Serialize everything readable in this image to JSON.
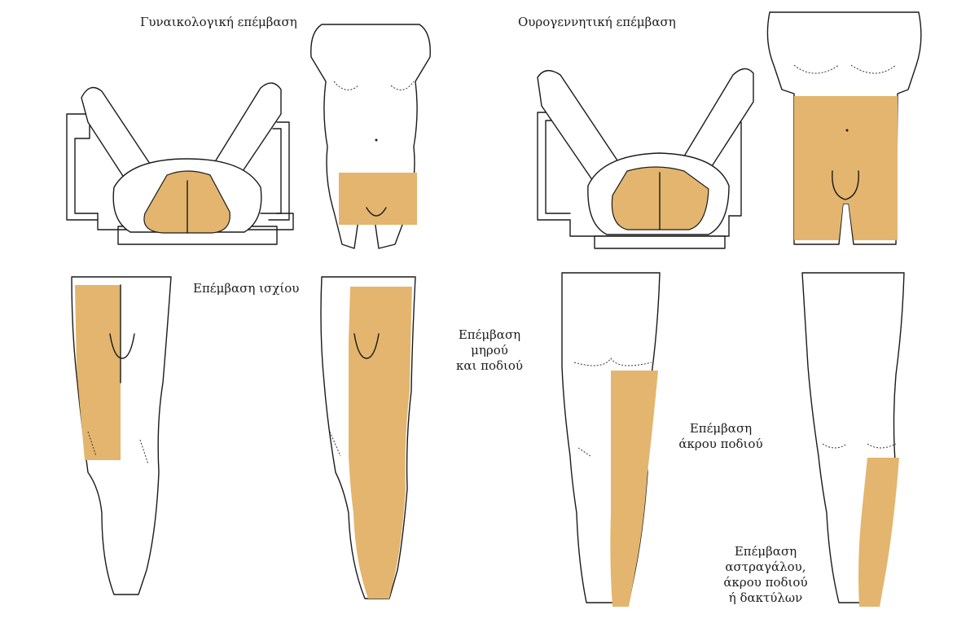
{
  "colors": {
    "prep_area": "#e3b56e",
    "outline": "#1a1a1a",
    "background": "#ffffff"
  },
  "labels": {
    "gynecological": "Γυναικολογική επέμβαση",
    "urogenital": "Ουρογεννητική επέμβαση",
    "hip": "Επέμβαση ισχίου",
    "thigh_leg": [
      "Επέμβαση",
      "μηρού",
      "και ποδιού"
    ],
    "foot": [
      "Επέμβαση",
      "άκρου ποδιού"
    ],
    "ankle": [
      "Επέμβαση",
      "αστραγάλου,",
      "άκρου ποδιού",
      "ή δακτύλων"
    ]
  }
}
